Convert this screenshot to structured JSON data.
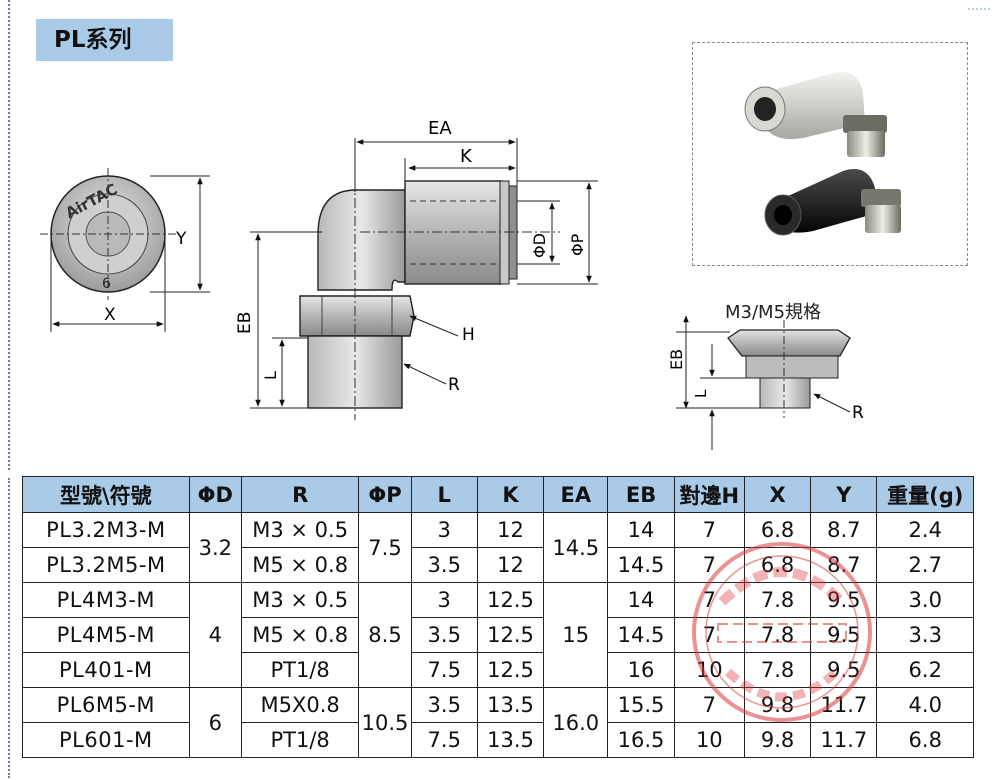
{
  "series_title": "PL系列",
  "spec_label": "M3/M5規格",
  "brand_mark": "AirTAC",
  "dims": {
    "x": "X",
    "y": "Y",
    "ea": "EA",
    "k": "K",
    "phi_d": "ΦD",
    "phi_p": "ΦP",
    "eb": "EB",
    "l": "L",
    "h": "H",
    "r": "R",
    "eb2": "EB",
    "l2": "L",
    "r2": "R"
  },
  "table": {
    "headers": [
      "型號\\符號",
      "ΦD",
      "R",
      "ΦP",
      "L",
      "K",
      "EA",
      "EB",
      "對邊H",
      "X",
      "Y",
      "重量(g)"
    ],
    "rows": [
      {
        "model": "PL3.2M3-M",
        "d": "3.2",
        "r": "M3 × 0.5",
        "p": "7.5",
        "l": "3",
        "k": "12",
        "ea": "14.5",
        "eb": "14",
        "h": "7",
        "x": "6.8",
        "y": "8.7",
        "w": "2.4"
      },
      {
        "model": "PL3.2M5-M",
        "r": "M5 × 0.8",
        "l": "3.5",
        "k": "12",
        "eb": "14.5",
        "h": "7",
        "x": "6.8",
        "y": "8.7",
        "w": "2.7"
      },
      {
        "model": "PL4M3-M",
        "d": "4",
        "r": "M3 × 0.5",
        "p": "8.5",
        "l": "3",
        "k": "12.5",
        "ea": "15",
        "eb": "14",
        "h": "7",
        "x": "7.8",
        "y": "9.5",
        "w": "3.0"
      },
      {
        "model": "PL4M5-M",
        "r": "M5 × 0.8",
        "l": "3.5",
        "k": "12.5",
        "eb": "14.5",
        "h": "7",
        "x": "7.8",
        "y": "9.5",
        "w": "3.3"
      },
      {
        "model": "PL401-M",
        "r": "PT1/8",
        "l": "7.5",
        "k": "12.5",
        "eb": "16",
        "h": "10",
        "x": "7.8",
        "y": "9.5",
        "w": "6.2"
      },
      {
        "model": "PL6M5-M",
        "d": "6",
        "r": "M5X0.8",
        "p": "10.5",
        "l": "3.5",
        "k": "13.5",
        "ea": "16.0",
        "eb": "15.5",
        "h": "7",
        "x": "9.8",
        "y": "11.7",
        "w": "4.0"
      },
      {
        "model": "PL601-M",
        "r": "PT1/8",
        "l": "7.5",
        "k": "13.5",
        "eb": "16.5",
        "h": "10",
        "x": "9.8",
        "y": "11.7",
        "w": "6.8"
      }
    ]
  },
  "colors": {
    "header_bg": "#a9cbe7",
    "stamp": "#d93a3a"
  }
}
